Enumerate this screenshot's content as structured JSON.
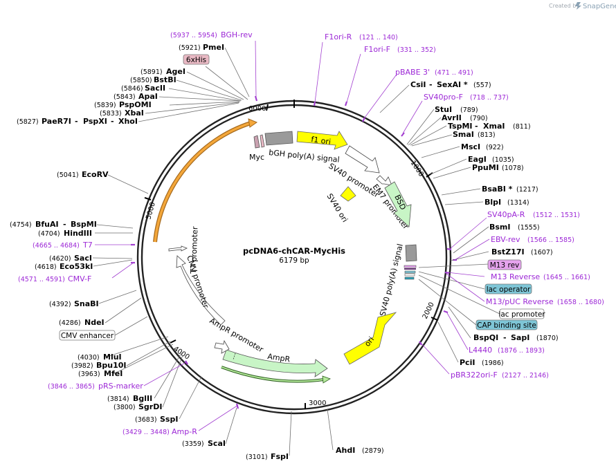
{
  "header": {
    "created_by": "Created by",
    "brand": "SnapGene"
  },
  "plasmid": {
    "name": "pcDNA6-chCAR-MycHis",
    "length_label": "6179 bp"
  },
  "ruler": {
    "ticks": [
      {
        "label": "6000"
      },
      {
        "label": "1000"
      },
      {
        "label": "2000"
      },
      {
        "label": "3000"
      },
      {
        "label": "4000"
      },
      {
        "label": "5000"
      }
    ]
  },
  "sites": [
    {
      "name": "PmeI",
      "pos": "(5921)"
    },
    {
      "name": "AgeI",
      "pos": "(5891)"
    },
    {
      "name": "BstBI",
      "pos": "(5850)"
    },
    {
      "name": "SacII",
      "pos": "(5846)"
    },
    {
      "name": "ApaI",
      "pos": "(5843)"
    },
    {
      "name": "PspOMI",
      "pos": "(5839)"
    },
    {
      "name": "XbaI",
      "pos": "(5833)"
    },
    {
      "name": "PaeR7I",
      "name2": "PspXI",
      "name3": "XhoI",
      "pos": "(5827)"
    },
    {
      "name": "EcoRV",
      "pos": "(5041)"
    },
    {
      "name": "BfuAI",
      "name2": "BspMI",
      "pos": "(4754)"
    },
    {
      "name": "HindIII",
      "pos": "(4704)"
    },
    {
      "name": "SacI",
      "pos": "(4620)"
    },
    {
      "name": "Eco53kI",
      "pos": "(4618)"
    },
    {
      "name": "SnaBI",
      "pos": "(4392)"
    },
    {
      "name": "NdeI",
      "pos": "(4286)"
    },
    {
      "name": "MluI",
      "pos": "(4030)"
    },
    {
      "name": "Bpu10I",
      "pos": "(3982)"
    },
    {
      "name": "MfeI",
      "pos": "(3963)"
    },
    {
      "name": "BglII",
      "pos": "(3814)"
    },
    {
      "name": "SgrDI",
      "pos": "(3800)"
    },
    {
      "name": "SspI",
      "pos": "(3683)"
    },
    {
      "name": "ScaI",
      "pos": "(3359)"
    },
    {
      "name": "FspI",
      "pos": "(3101)"
    },
    {
      "name": "AhdI",
      "pos": "(2879)"
    },
    {
      "name": "CsiI",
      "name2": "SexAI *",
      "pos": "(557)"
    },
    {
      "name": "StuI",
      "pos": "(789)"
    },
    {
      "name": "AvrII",
      "pos": "(790)"
    },
    {
      "name": "TspMI",
      "name2": "XmaI",
      "pos": "(811)"
    },
    {
      "name": "SmaI",
      "pos": "(813)"
    },
    {
      "name": "MscI",
      "pos": "(922)"
    },
    {
      "name": "EagI",
      "pos": "(1035)"
    },
    {
      "name": "PpuMI",
      "pos": "(1078)"
    },
    {
      "name": "BsaBI *",
      "pos": "(1217)"
    },
    {
      "name": "BlpI",
      "pos": "(1314)"
    },
    {
      "name": "BsmI",
      "pos": "(1555)"
    },
    {
      "name": "BstZ17I",
      "pos": "(1607)"
    },
    {
      "name": "BspQI",
      "name2": "SapI",
      "pos": "(1870)"
    },
    {
      "name": "PciI",
      "pos": "(1986)"
    }
  ],
  "primers": [
    {
      "name": "BGH-rev",
      "pos": "(5937 .. 5954)"
    },
    {
      "name": "F1ori-R",
      "pos": "(121 .. 140)"
    },
    {
      "name": "F1ori-F",
      "pos": "(331 .. 352)"
    },
    {
      "name": "pBABE 3'",
      "pos": "(471 .. 491)"
    },
    {
      "name": "SV40pro-F",
      "pos": "(718 .. 737)"
    },
    {
      "name": "SV40pA-R",
      "pos": "(1512 .. 1531)"
    },
    {
      "name": "EBV-rev",
      "pos": "(1566 .. 1585)"
    },
    {
      "name": "M13 Reverse",
      "pos": "(1645 .. 1661)"
    },
    {
      "name": "M13/pUC Reverse",
      "pos": "(1658 .. 1680)"
    },
    {
      "name": "L4440",
      "pos": "(1876 .. 1893)"
    },
    {
      "name": "pBR322ori-F",
      "pos": "(2127 .. 2146)"
    },
    {
      "name": "Amp-R",
      "pos": "(3429 .. 3448)"
    },
    {
      "name": "pRS-marker",
      "pos": "(3846 .. 3865)"
    },
    {
      "name": "CMV-F",
      "pos": "(4571 .. 4591)"
    },
    {
      "name": "T7",
      "pos": "(4665 .. 4684)"
    }
  ],
  "badges": [
    {
      "name": "6xHis",
      "color": "#e9b9c4"
    },
    {
      "name": "M13 rev",
      "color": "#e6a3ee"
    },
    {
      "name": "lac operator",
      "color": "#7ec5d6"
    },
    {
      "name": "lac promoter",
      "color": "#ffffff"
    },
    {
      "name": "CAP binding site",
      "color": "#7ec5d6"
    },
    {
      "name": "CMV enhancer",
      "color": "#ffffff"
    }
  ],
  "features": {
    "f1_ori": "f1 ori",
    "bsd": "BSD",
    "ori": "ori",
    "ampr": "AmpR",
    "ampr_promoter": "AmpR promoter",
    "myc": "Myc",
    "bgh": "bGH poly(A) signal",
    "sv40_promoter": "SV40 promoter",
    "em7_promoter": "EM7 promoter",
    "sv40_ori": "SV40 ori",
    "sv40_polya": "SV40 poly(A) signal",
    "t7_promoter": "T7 promoter",
    "cmv_promoter": "CMV promoter",
    "cmv_enhancer_arc": "",
    "car_insert": ""
  },
  "colors": {
    "backbone": "#222222",
    "primer": "#a23fd0",
    "f1_ori": "#ffff00",
    "ori": "#ffff00",
    "bsd": "#c8f5c6",
    "ampr": "#c8f5c6",
    "promoter": "#ffffff",
    "polya": "#9a9a9a",
    "insert": "#f4a73a"
  }
}
